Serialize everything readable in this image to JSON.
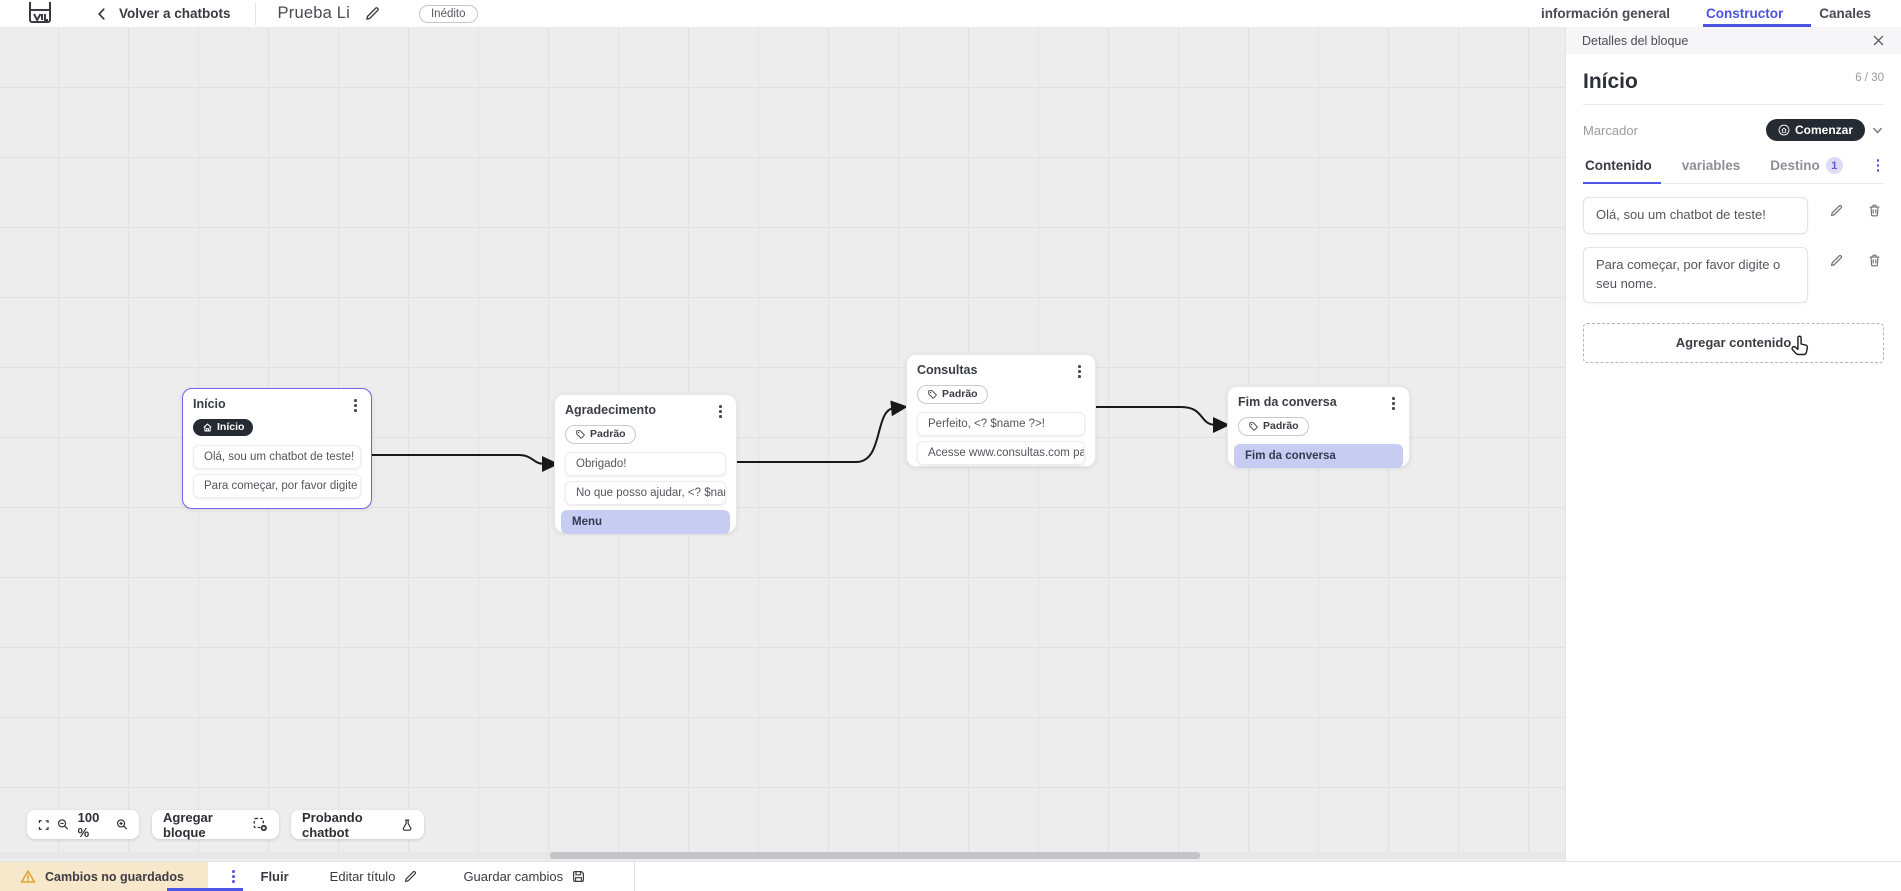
{
  "topbar": {
    "back_label": "Volver a chatbots",
    "bot_title": "Prueba Li",
    "status_badge": "Inédito",
    "tabs": [
      {
        "label": "información general",
        "active": false
      },
      {
        "label": "Constructor",
        "active": true
      },
      {
        "label": "Canales",
        "active": false
      }
    ]
  },
  "canvas": {
    "zoom_level": "100 %",
    "toolbar": {
      "add_block": "Agregar bloque",
      "test_chatbot": "Probando chatbot"
    },
    "blocks": [
      {
        "title": "Início",
        "badge": "Início",
        "selected": true,
        "cards": [
          {
            "text": "Olá, sou um chatbot de teste!"
          },
          {
            "text": "Para começar, por favor digite o ..."
          }
        ]
      },
      {
        "title": "Agradecimento",
        "badge": "Padrão",
        "cards": [
          {
            "text": "Obrigado!"
          },
          {
            "text": "No que posso ajudar, <? $name ..."
          },
          {
            "text": "Menu"
          }
        ]
      },
      {
        "title": "Consultas",
        "badge": "Padrão",
        "cards": [
          {
            "text": "Perfeito, <? $name ?>!"
          },
          {
            "text": "Acesse www.consultas.com par..."
          }
        ]
      },
      {
        "title": "Fim da conversa",
        "badge": "Padrão",
        "cards": [
          {
            "text": "Fim da conversa"
          }
        ]
      }
    ]
  },
  "panel": {
    "header": "Detalles del bloque",
    "block_title": "Início",
    "title_counter": "6 / 30",
    "marker_label": "Marcador",
    "marker_value": "Comenzar",
    "tabs": [
      {
        "label": "Contenido",
        "active": true
      },
      {
        "label": "variables",
        "active": false
      },
      {
        "label": "Destino",
        "active": false,
        "badge": "1"
      }
    ],
    "contents": [
      {
        "text": "Olá, sou um chatbot de teste!"
      },
      {
        "text": "Para começar, por favor digite o seu nome."
      }
    ],
    "add_content_label": "Agregar contenido"
  },
  "bottombar": {
    "unsaved_label": "Cambios no guardados",
    "flow_tab": "Fluir",
    "edit_title_label": "Editar título",
    "save_label": "Guardar cambios"
  },
  "colors": {
    "accent_indigo": "#4d55e5",
    "tab_blue": "#4b53e0",
    "dark_pill": "#262b33",
    "selected_block_border": "#6f66e8",
    "lavender_card": "#c7ccf2",
    "warning_chip_bg": "#f8e8cb",
    "warning_icon": "#dfa131",
    "canvas_bg": "#ededee"
  }
}
